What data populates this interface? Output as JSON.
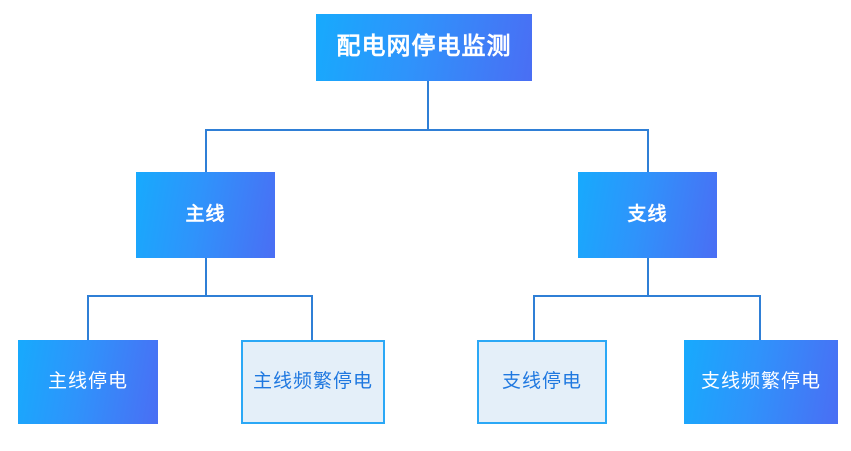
{
  "diagram": {
    "title": "配电网停电监测",
    "type": "tree",
    "colors": {
      "gradient_start": "#17aafd",
      "gradient_mid": "#2f93fb",
      "gradient_end": "#4a6ef4",
      "outline_border": "#2ba8f6",
      "outline_fill": "#e4eff9",
      "outline_text": "#1f78e0",
      "connector": "#2f7fd6",
      "filled_text": "#ffffff",
      "background": "#ffffff"
    },
    "nodes": {
      "root": {
        "label": "配电网停电监测",
        "style": "filled",
        "level": 1
      },
      "main_line": {
        "label": "主线",
        "style": "filled",
        "level": 2
      },
      "branch_line": {
        "label": "支线",
        "style": "filled",
        "level": 2
      },
      "main_outage": {
        "label": "主线停电",
        "style": "filled",
        "level": 3
      },
      "main_frequent_outage": {
        "label": "主线频繁停电",
        "style": "outlined",
        "level": 3
      },
      "branch_outage": {
        "label": "支线停电",
        "style": "outlined",
        "level": 3
      },
      "branch_frequent_outage": {
        "label": "支线频繁停电",
        "style": "filled",
        "level": 3
      }
    }
  }
}
